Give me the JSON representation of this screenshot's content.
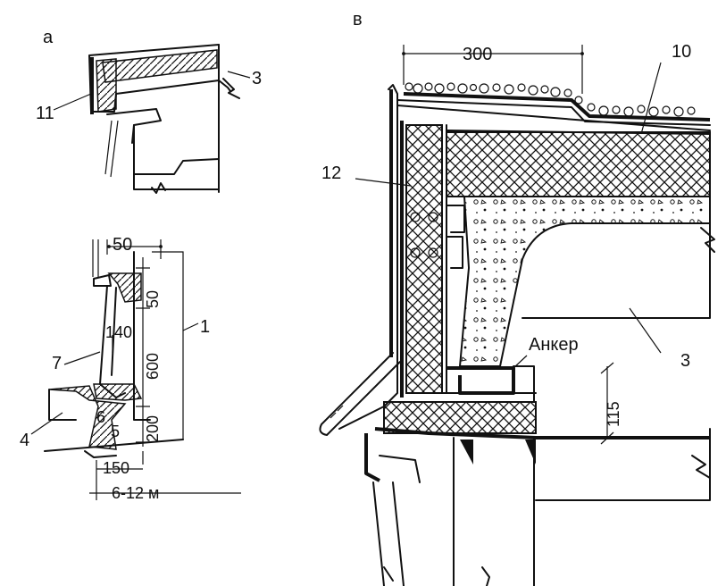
{
  "panels": {
    "a": {
      "label": "а",
      "callouts": [
        "11",
        "3",
        "1",
        "7",
        "4",
        "6",
        "5"
      ],
      "dimensions": [
        "50",
        "50",
        "140",
        "600",
        "200",
        "150",
        "6-12 м"
      ]
    },
    "v": {
      "label": "в",
      "callouts": [
        "10",
        "12",
        "3"
      ],
      "dimensions": [
        "300",
        "115"
      ],
      "annotation": "Анкер"
    }
  },
  "colors": {
    "ink": "#111111",
    "paper": "#ffffff"
  }
}
